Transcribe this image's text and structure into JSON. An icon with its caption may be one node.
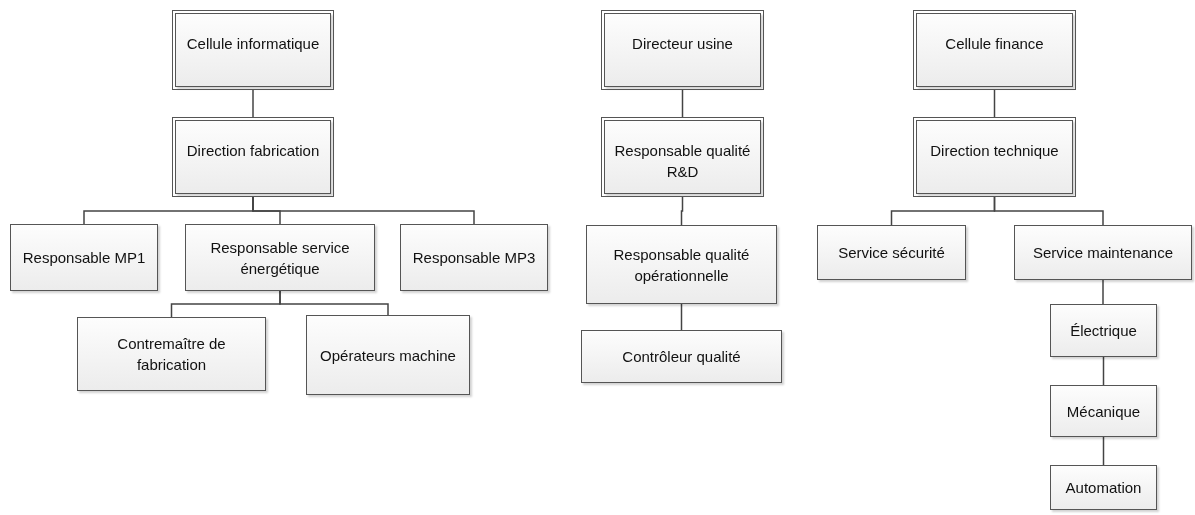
{
  "diagram": {
    "nodes": [
      {
        "text": [
          "Cellule informatique"
        ]
      },
      {
        "text": [
          "Direction fabrication"
        ]
      },
      {
        "text": [
          "Responsable MP1"
        ]
      },
      {
        "text": [
          "Responsable service énergétique"
        ]
      },
      {
        "text": [
          "Responsable MP3"
        ]
      },
      {
        "text": [
          "Contremaître de fabrication"
        ]
      },
      {
        "text": [
          "Opérateurs machine"
        ]
      },
      {
        "text": [
          "Directeur usine"
        ]
      },
      {
        "text": [
          "Responsable qualité R&D"
        ]
      },
      {
        "text": [
          "Responsable qualité opérationnelle"
        ]
      },
      {
        "text": [
          "Contrôleur qualité"
        ]
      },
      {
        "text": [
          "Cellule finance"
        ]
      },
      {
        "text": [
          "Direction technique"
        ]
      },
      {
        "text": [
          "Service sécurité"
        ]
      },
      {
        "text": [
          "Service maintenance"
        ]
      },
      {
        "text": [
          "Électrique"
        ]
      },
      {
        "text": [
          "Mécanique"
        ]
      },
      {
        "text": [
          "Automation"
        ]
      }
    ],
    "edges": [
      {
        "from": 0,
        "to": 1,
        "arrow": "none"
      },
      {
        "from": 1,
        "to": 2,
        "arrow": "none"
      },
      {
        "from": 1,
        "to": 3,
        "arrow": "none"
      },
      {
        "from": 1,
        "to": 4,
        "arrow": "none"
      },
      {
        "from": 3,
        "to": 5,
        "arrow": "none"
      },
      {
        "from": 3,
        "to": 6,
        "arrow": "none"
      },
      {
        "from": 7,
        "to": 8,
        "arrow": "none"
      },
      {
        "from": 8,
        "to": 9,
        "arrow": "none"
      },
      {
        "from": 9,
        "to": 10,
        "arrow": "none"
      },
      {
        "from": 11,
        "to": 12,
        "arrow": "none"
      },
      {
        "from": 12,
        "to": 13,
        "arrow": "none"
      },
      {
        "from": 12,
        "to": 14,
        "arrow": "none"
      },
      {
        "from": 14,
        "to": 15,
        "arrow": "none"
      },
      {
        "from": 15,
        "to": 16,
        "arrow": "none"
      },
      {
        "from": 16,
        "to": 17,
        "arrow": "none"
      }
    ]
  }
}
